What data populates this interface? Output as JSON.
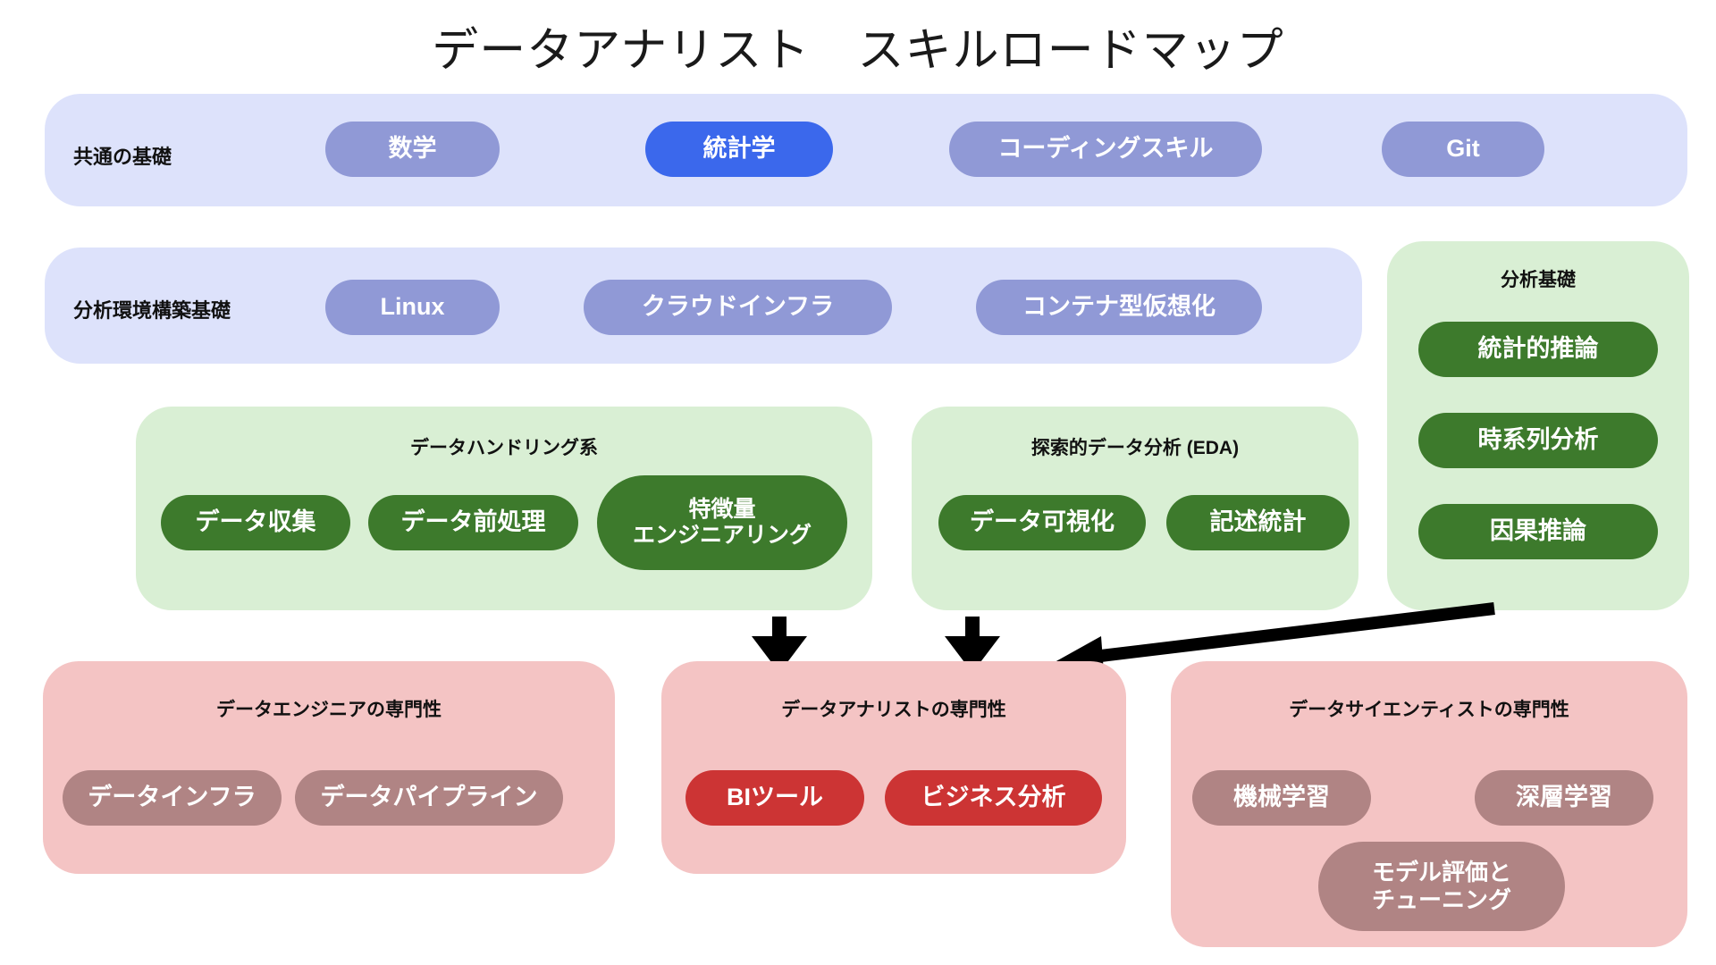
{
  "title": "データアナリスト　スキルロードマップ",
  "rows": {
    "common": {
      "label": "共通の基礎",
      "items": [
        {
          "label": "数学",
          "highlight": false
        },
        {
          "label": "統計学",
          "highlight": true
        },
        {
          "label": "コーディングスキル",
          "highlight": false
        },
        {
          "label": "Git",
          "highlight": false
        }
      ]
    },
    "environment": {
      "label": "分析環境構築基礎",
      "items": [
        {
          "label": "Linux",
          "highlight": false
        },
        {
          "label": "クラウドインフラ",
          "highlight": false
        },
        {
          "label": "コンテナ型仮想化",
          "highlight": false
        }
      ]
    }
  },
  "groups": {
    "data_handling": {
      "title": "データハンドリング系",
      "items": [
        {
          "label": "データ収集"
        },
        {
          "label": "データ前処理"
        },
        {
          "label": "特徴量\nエンジニアリング"
        }
      ]
    },
    "eda": {
      "title": "探索的データ分析 (EDA)",
      "items": [
        {
          "label": "データ可視化"
        },
        {
          "label": "記述統計"
        }
      ]
    },
    "analysis_basics": {
      "title": "分析基礎",
      "items": [
        {
          "label": "統計的推論"
        },
        {
          "label": "時系列分析"
        },
        {
          "label": "因果推論"
        }
      ]
    },
    "data_engineer": {
      "title": "データエンジニアの専門性",
      "items": [
        {
          "label": "データインフラ",
          "highlight": false
        },
        {
          "label": "データパイプライン",
          "highlight": false
        }
      ]
    },
    "data_analyst": {
      "title": "データアナリストの専門性",
      "items": [
        {
          "label": "BIツール",
          "highlight": true
        },
        {
          "label": "ビジネス分析",
          "highlight": true
        }
      ]
    },
    "data_scientist": {
      "title": "データサイエンティストの専門性",
      "items": [
        {
          "label": "機械学習",
          "highlight": false
        },
        {
          "label": "深層学習",
          "highlight": false
        },
        {
          "label": "モデル評価と\nチューニング",
          "highlight": false
        }
      ]
    }
  },
  "colors": {
    "band_blue": "#dde2fb",
    "band_green": "#d9efd4",
    "band_pink": "#f4c4c4",
    "pill_indigo": "#9099d6",
    "pill_indigo_highlight": "#3b68ec",
    "pill_green": "#3d7a2c",
    "pill_rose": "#b08484",
    "pill_rose_highlight": "#cc3434",
    "arrow": "#000000"
  }
}
